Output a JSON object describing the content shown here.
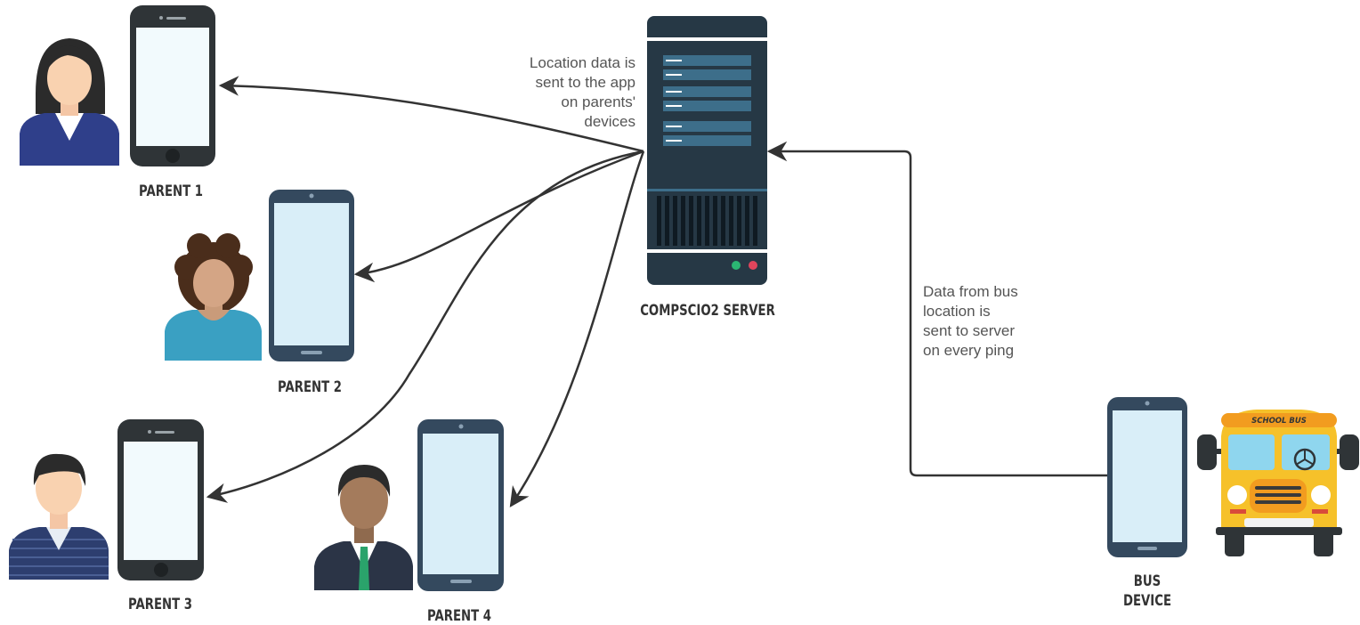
{
  "labels": {
    "parent1": "PARENT 1",
    "parent2": "PARENT 2",
    "parent3": "PARENT 3",
    "parent4": "PARENT 4",
    "server": "COMPSCIO2 SERVER",
    "bus_device_line1": "BUS",
    "bus_device_line2": "DEVICE",
    "bus_sign": "SCHOOL BUS"
  },
  "notes": {
    "server_to_parents": [
      "Location data is",
      "sent to the  app",
      "on parents'",
      "devices"
    ],
    "bus_to_server": [
      "Data from bus",
      "location is",
      "sent to server",
      "on every ping"
    ]
  },
  "colors": {
    "device_frame": "#2f3437",
    "android_frame": "#34495e",
    "screen": "#f2fafd",
    "android_screen": "#d9eef8",
    "server_body": "#263845",
    "server_bar": "#3d6e8a",
    "arrow": "#333333",
    "bus_yellow": "#f6c12a",
    "bus_orange": "#f29c1f"
  }
}
